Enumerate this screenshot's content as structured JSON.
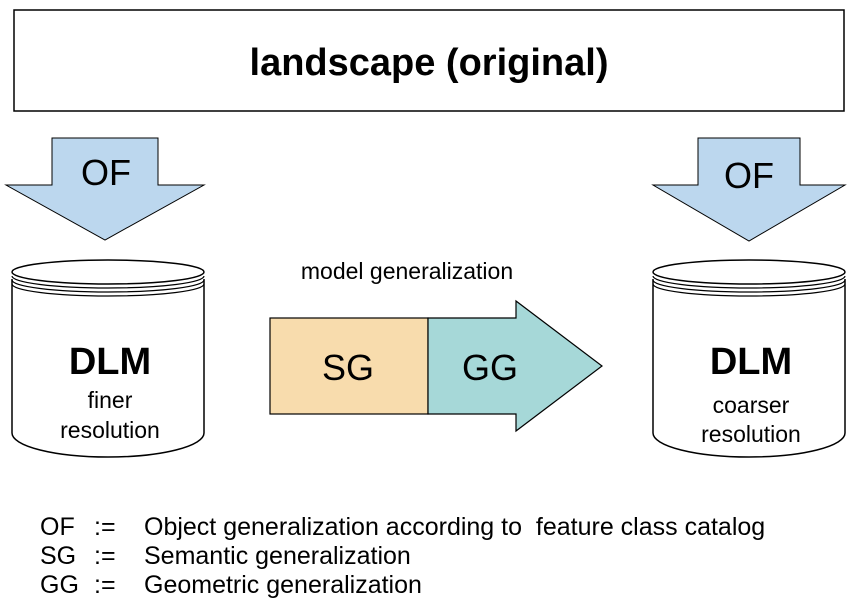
{
  "title": "landscape (original)",
  "left_arrow_label": "OF",
  "right_arrow_label": "OF",
  "left_dlm": {
    "title": "DLM",
    "line1": "finer",
    "line2": "resolution"
  },
  "right_dlm": {
    "title": "DLM",
    "line1": "coarser",
    "line2": "resolution"
  },
  "model_generalization": {
    "caption": "model generalization",
    "sg_label": "SG",
    "gg_label": "GG"
  },
  "legend": [
    {
      "abbr": "OF",
      "op": ":=",
      "text": "Object generalization according to  feature class catalog"
    },
    {
      "abbr": "SG",
      "op": ":=",
      "text": "Semantic generalization"
    },
    {
      "abbr": "GG",
      "op": ":=",
      "text": "Geometric generalization"
    }
  ],
  "colors": {
    "arrow_fill": "#bcd7ee",
    "sg_fill": "#f8dcad",
    "gg_fill": "#a6d8d8",
    "stroke": "#000000"
  }
}
